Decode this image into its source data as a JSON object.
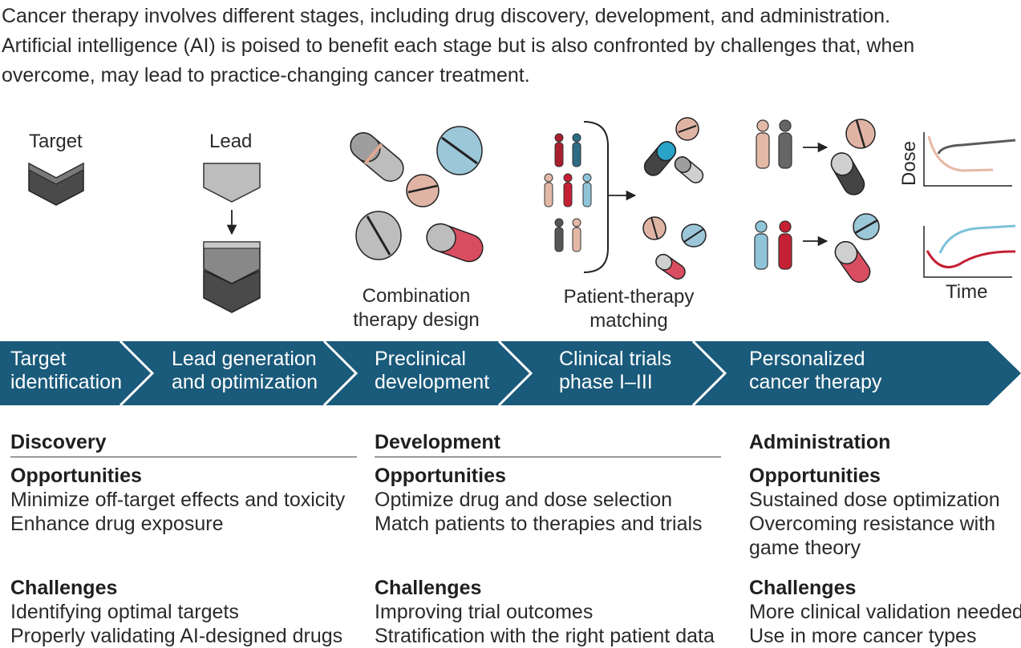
{
  "intro": {
    "line1": "Cancer therapy involves different stages, including drug discovery, development, and administration.",
    "line2": "Artificial intelligence (AI) is poised to benefit each stage but is also confronted by challenges that, when",
    "line3": "overcome, may lead to practice-changing cancer treatment."
  },
  "labels": {
    "target": "Target",
    "lead": "Lead",
    "combination": "Combination",
    "combination2": "therapy design",
    "matching": "Patient-therapy",
    "matching2": "matching",
    "dose": "Dose",
    "time": "Time"
  },
  "stages": [
    {
      "line1": "Target",
      "line2": "identification"
    },
    {
      "line1": "Lead generation",
      "line2": "and optimization"
    },
    {
      "line1": "Preclinical",
      "line2": "development"
    },
    {
      "line1": "Clinical trials",
      "line2": "phase I–III"
    },
    {
      "line1": "Personalized",
      "line2": "cancer therapy"
    }
  ],
  "columns": [
    {
      "phase": "Discovery",
      "opp_title": "Opportunities",
      "opportunities": [
        "Minimize off-target effects and toxicity",
        "Enhance drug exposure"
      ],
      "ch_title": "Challenges",
      "challenges": [
        "Identifying optimal targets",
        "Properly validating AI-designed drugs"
      ]
    },
    {
      "phase": "Development",
      "opp_title": "Opportunities",
      "opportunities": [
        "Optimize drug and dose selection",
        "Match patients to therapies and trials"
      ],
      "ch_title": "Challenges",
      "challenges": [
        "Improving trial outcomes",
        "Stratification with the right patient data"
      ]
    },
    {
      "phase": "Administration",
      "opp_title": "Opportunities",
      "opportunities": [
        "Sustained dose optimization",
        "Overcoming resistance with",
        "game theory"
      ],
      "ch_title": "Challenges",
      "challenges": [
        "More clinical validation needed",
        "Use in more cancer types"
      ]
    }
  ],
  "colors": {
    "band": "#1a5a7a",
    "red": "#c52033",
    "blue": "#7cc1da",
    "tan": "#e8c2b4",
    "gray": "#5a5a5a",
    "light_gray": "#bdbdbd"
  }
}
